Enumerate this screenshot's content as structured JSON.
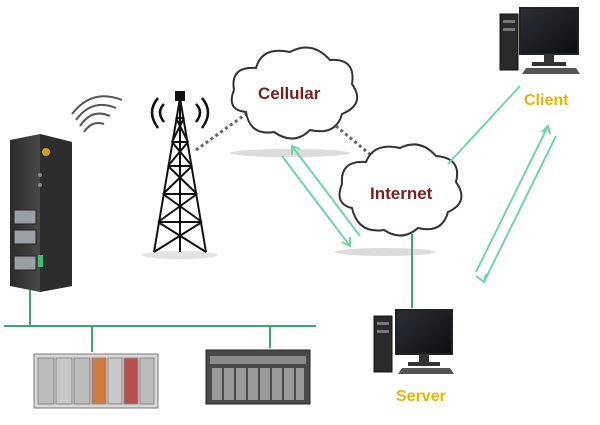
{
  "labels": {
    "cellular": "Cellular",
    "internet": "Internet",
    "client": "Client",
    "server": "Server"
  },
  "colors": {
    "cloud_text": "#7a1f1f",
    "node_text": "#e8b500",
    "link_green": "#6fd6a6",
    "network_line": "#3aa873",
    "cloud_stroke": "#333333"
  },
  "icons": {
    "router": "industrial-router-icon",
    "tower": "cell-tower-icon",
    "signal": "wireless-signal-icon",
    "client": "desktop-computer-icon",
    "server": "desktop-computer-icon",
    "plc_1": "plc-rack-icon",
    "plc_2": "plc-rack-icon"
  }
}
